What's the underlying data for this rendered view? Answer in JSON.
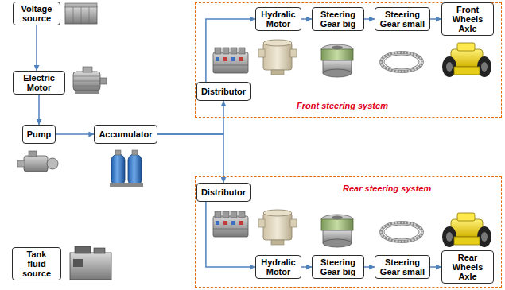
{
  "diagram": {
    "nodes": [
      {
        "text": [
          "Voltage source"
        ]
      },
      {
        "text": [
          "Front steering system"
        ]
      },
      {
        "text": [
          "Distributor"
        ],
        "in": 1
      },
      {
        "text": [
          "Hydralic Motor"
        ],
        "in": 1
      },
      {
        "text": [
          "Steering Gear big"
        ],
        "in": 1
      },
      {
        "text": [
          "Steering Gear small"
        ],
        "in": 1
      },
      {
        "text": [
          "Front Wheels Axle"
        ],
        "in": 1
      },
      {
        "text": [
          "Electric Motor"
        ]
      },
      {
        "text": [
          "Pump"
        ]
      },
      {
        "text": [
          "Accumulator"
        ]
      },
      {
        "text": [
          "Rear steering system"
        ]
      },
      {
        "text": [
          "Distributor"
        ],
        "in": 10
      },
      {
        "text": [
          "Hydralic Motor"
        ],
        "in": 10
      },
      {
        "text": [
          "Steering Gear big"
        ],
        "in": 10
      },
      {
        "text": [
          "Steering Gear small"
        ],
        "in": 10
      },
      {
        "text": [
          "Rear Wheels Axle"
        ],
        "in": 10
      },
      {
        "text": [
          "Tank fluid source"
        ]
      }
    ],
    "edges": [
      {
        "from": 0,
        "to": 7,
        "arrow": "to"
      },
      {
        "from": 7,
        "to": 8,
        "arrow": "to"
      },
      {
        "from": 8,
        "to": 9,
        "arrow": "to"
      },
      {
        "from": 9,
        "to": 2,
        "arrow": "to"
      },
      {
        "from": 9,
        "to": 11,
        "arrow": "to"
      },
      {
        "from": 2,
        "to": 3,
        "arrow": "to"
      },
      {
        "from": 3,
        "to": 4,
        "arrow": "to"
      },
      {
        "from": 4,
        "to": 5,
        "arrow": "to"
      },
      {
        "from": 5,
        "to": 6,
        "arrow": "to"
      },
      {
        "from": 11,
        "to": 12,
        "arrow": "to"
      },
      {
        "from": 12,
        "to": 13,
        "arrow": "to"
      },
      {
        "from": 13,
        "to": 14,
        "arrow": "to"
      },
      {
        "from": 14,
        "to": 15,
        "arrow": "to"
      }
    ]
  }
}
